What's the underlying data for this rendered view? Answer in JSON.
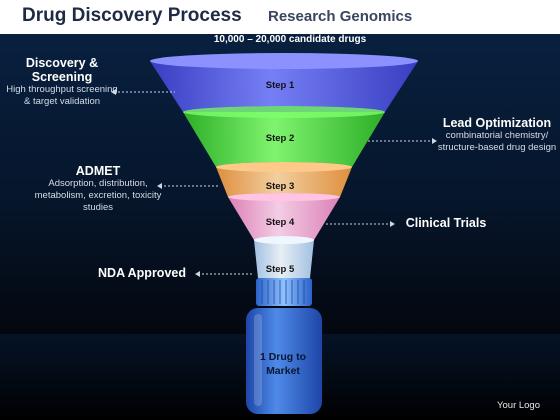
{
  "header": {
    "title": "Drug Discovery Process",
    "subtitle": "Research Genomics"
  },
  "funnel": {
    "top_label": "10,000 – 20,000 candidate drugs",
    "steps": [
      "Step 1",
      "Step 2",
      "Step 3",
      "Step 4",
      "Step 5"
    ],
    "bottle_label": "1 Drug to Market"
  },
  "annotations": {
    "discovery": {
      "title": "Discovery & Screening",
      "desc": "High throughput screening & target validation"
    },
    "admet": {
      "title": "ADMET",
      "desc": "Adsorption, distribution, metabolism, excretion, toxicity studies"
    },
    "nda": {
      "title": "NDA Approved"
    },
    "lead": {
      "title": "Lead Optimization",
      "desc": "combinatorial chemistry/ structure-based drug design"
    },
    "clinical": {
      "title": "Clinical Trials"
    }
  },
  "footer": {
    "logo": "Your Logo"
  },
  "colors": {
    "step1": "#4f57e0",
    "step2": "#47e038",
    "step3": "#f6b46a",
    "step4": "#f3a9d4",
    "step5": "#d2e7f7",
    "bottle": "#2f62c8"
  }
}
